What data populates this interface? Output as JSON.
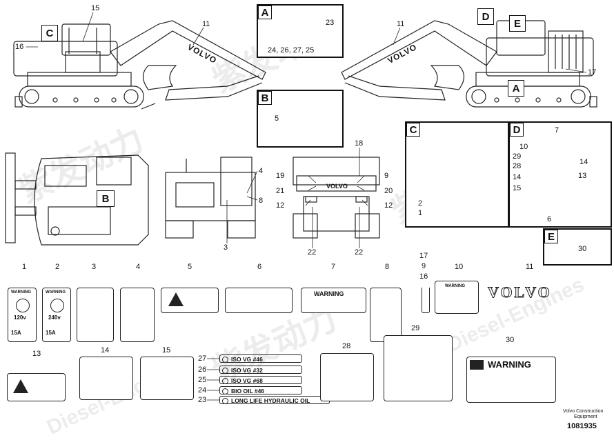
{
  "callouts_top_left": {
    "c15": "15",
    "c16": "16",
    "c11": "11"
  },
  "callouts_top_right": {
    "c11": "11",
    "c17": "17"
  },
  "detail_tags": {
    "A": "A",
    "B": "B",
    "C": "C",
    "D": "D",
    "E": "E"
  },
  "detail_A": {
    "c23": "23",
    "c_group": "24, 26, 27, 25"
  },
  "detail_B": {
    "c5": "5"
  },
  "detail_C": {
    "c2": "2",
    "c1": "1"
  },
  "detail_D": {
    "c7": "7",
    "c10": "10",
    "c29": "29",
    "c28": "28",
    "c14a": "14",
    "c15": "15",
    "c14b": "14",
    "c13": "13",
    "c6": "6"
  },
  "detail_E": {
    "c30": "30"
  },
  "mid_views": {
    "c4": "4",
    "c8": "8",
    "c3": "3",
    "c18": "18",
    "c9": "9",
    "c19": "19",
    "c21": "21",
    "c20": "20",
    "c12a": "12",
    "c12b": "12",
    "c22a": "22",
    "c22b": "22"
  },
  "part_numbers_row1": [
    "1",
    "2",
    "3",
    "4",
    "5",
    "6",
    "7",
    "8",
    "17",
    "9",
    "16",
    "10",
    "11"
  ],
  "part_numbers_row2": [
    "13",
    "14",
    "15",
    "28",
    "29",
    "30"
  ],
  "decal_text": {
    "warning": "WARNING",
    "v120": "120v",
    "v240": "240v",
    "amp1": "15A",
    "amp2": "15A",
    "volvo_logo": "VOLVO",
    "machine_volvo": "VOLVO"
  },
  "oil_labels": [
    {
      "num": "27",
      "text": "ISO VG #46"
    },
    {
      "num": "26",
      "text": "ISO VG #32"
    },
    {
      "num": "25",
      "text": "ISO VG #68"
    },
    {
      "num": "24",
      "text": "BIO OIL #46"
    },
    {
      "num": "23",
      "text": "LONG LIFE HYDRAULIC OIL"
    }
  ],
  "footer": {
    "brand1": "Volvo Construction",
    "brand2": "Equipment",
    "doc_no": "1081935"
  },
  "watermark": {
    "cn": "紫发动力",
    "en": "Diesel-Engines"
  }
}
